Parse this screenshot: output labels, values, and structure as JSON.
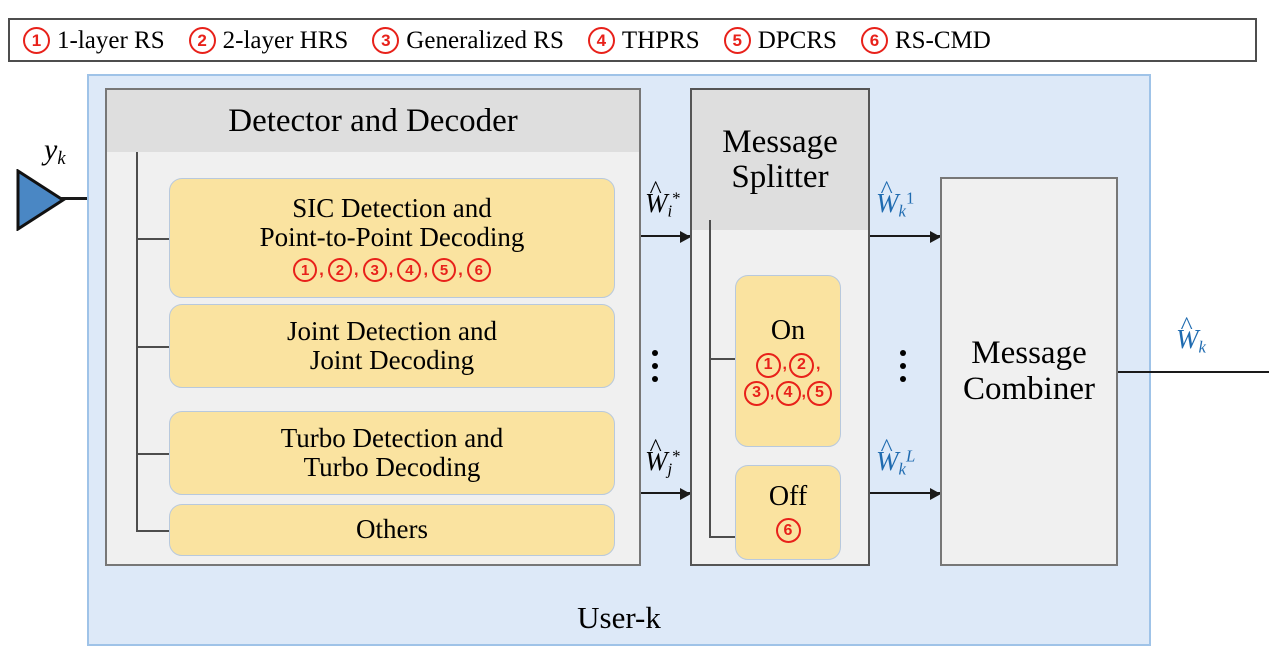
{
  "legend": {
    "items": [
      {
        "num": "1",
        "label": "1-layer RS"
      },
      {
        "num": "2",
        "label": "2-layer HRS"
      },
      {
        "num": "3",
        "label": "Generalized RS"
      },
      {
        "num": "4",
        "label": "THPRS"
      },
      {
        "num": "5",
        "label": "DPCRS"
      },
      {
        "num": "6",
        "label": "RS-CMD"
      }
    ]
  },
  "diagram": {
    "container_label": "User-k",
    "input": {
      "antenna_icon": "antenna-triangle-icon",
      "signal_label": "y_k"
    },
    "detector": {
      "title": "Detector and Decoder",
      "blocks": [
        {
          "title_line1": "SIC Detection and",
          "title_line2": "Point-to-Point Decoding",
          "nums": [
            "1",
            "2",
            "3",
            "4",
            "5",
            "6"
          ]
        },
        {
          "title_line1": "Joint Detection and",
          "title_line2": "Joint Decoding",
          "nums": []
        },
        {
          "title_line1": "Turbo Detection and",
          "title_line2": "Turbo Decoding",
          "nums": []
        },
        {
          "title_line1": "Others",
          "title_line2": "",
          "nums": []
        }
      ]
    },
    "splitter": {
      "title_line1": "Message",
      "title_line2": "Splitter",
      "blocks": [
        {
          "title": "On",
          "nums_row1": [
            "1",
            "2"
          ],
          "nums_row2": [
            "3",
            "4",
            "5"
          ]
        },
        {
          "title": "Off",
          "nums_row1": [
            "6"
          ],
          "nums_row2": []
        }
      ]
    },
    "combiner": {
      "title_line1": "Message",
      "title_line2": "Combiner"
    },
    "signals": {
      "detector_out_upper": {
        "base": "W",
        "hat": "^",
        "sub": "i",
        "sup": "*",
        "color": "#000000"
      },
      "detector_out_lower": {
        "base": "W",
        "hat": "^",
        "sub": "j",
        "sup": "*",
        "color": "#000000"
      },
      "splitter_out_upper": {
        "base": "W",
        "hat": "^",
        "sub": "k",
        "sup": "1",
        "color": "#1f6bb0"
      },
      "splitter_out_lower": {
        "base": "W",
        "hat": "^",
        "sub": "k",
        "sup": "L",
        "color": "#1f6bb0"
      },
      "combiner_out": {
        "base": "W",
        "hat": "^",
        "sub": "k",
        "sup": "",
        "color": "#1f6bb0"
      }
    },
    "ellipsis_glyph": "vertical-dots"
  },
  "colors": {
    "accent_red": "#e8211a",
    "accent_blue": "#1f6bb0",
    "box_yellow": "#fae3a0",
    "panel_gray": "#f0f0f0",
    "header_gray": "#dedede",
    "container_blue": "#dde9f8",
    "antenna_blue": "#4a87c4"
  }
}
